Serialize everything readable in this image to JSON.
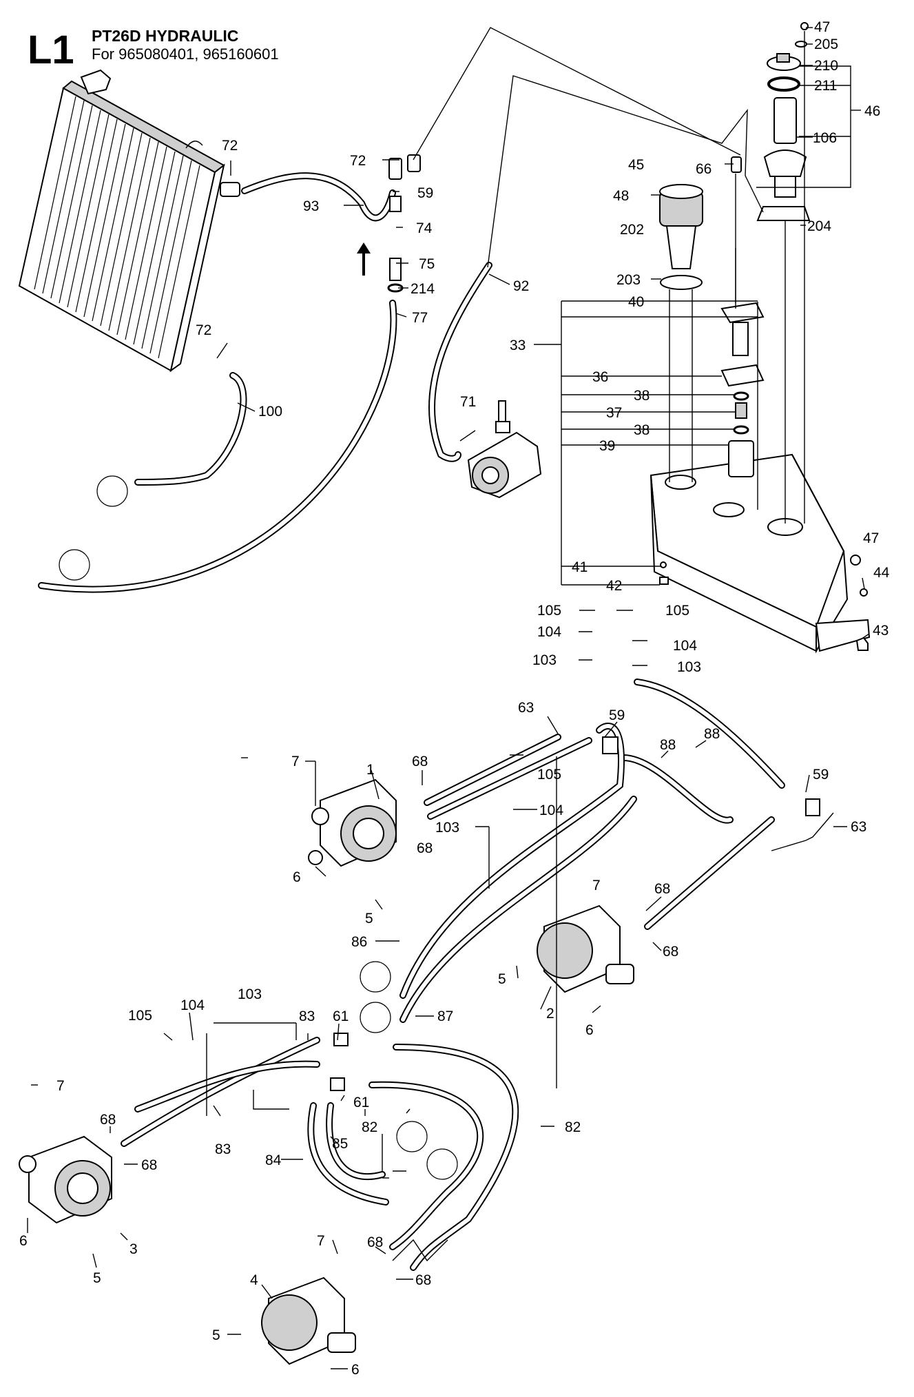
{
  "header": {
    "code": "L1",
    "title": "PT26D HYDRAULIC",
    "subtitle": "For 965080401, 965160601"
  },
  "callouts": [
    {
      "id": "c-47a",
      "text": "47"
    },
    {
      "id": "c-205",
      "text": "205"
    },
    {
      "id": "c-210",
      "text": "210"
    },
    {
      "id": "c-211",
      "text": "211"
    },
    {
      "id": "c-46",
      "text": "46"
    },
    {
      "id": "c-106",
      "text": "106"
    },
    {
      "id": "c-72a",
      "text": "72"
    },
    {
      "id": "c-72b",
      "text": "72"
    },
    {
      "id": "c-59a",
      "text": "59"
    },
    {
      "id": "c-93",
      "text": "93"
    },
    {
      "id": "c-74",
      "text": "74"
    },
    {
      "id": "c-75",
      "text": "75"
    },
    {
      "id": "c-214",
      "text": "214"
    },
    {
      "id": "c-77",
      "text": "77"
    },
    {
      "id": "c-92",
      "text": "92"
    },
    {
      "id": "c-45",
      "text": "45"
    },
    {
      "id": "c-66",
      "text": "66"
    },
    {
      "id": "c-48",
      "text": "48"
    },
    {
      "id": "c-202",
      "text": "202"
    },
    {
      "id": "c-204",
      "text": "204"
    },
    {
      "id": "c-203",
      "text": "203"
    },
    {
      "id": "c-40",
      "text": "40"
    },
    {
      "id": "c-33",
      "text": "33"
    },
    {
      "id": "c-36",
      "text": "36"
    },
    {
      "id": "c-38a",
      "text": "38"
    },
    {
      "id": "c-37",
      "text": "37"
    },
    {
      "id": "c-38b",
      "text": "38"
    },
    {
      "id": "c-39",
      "text": "39"
    },
    {
      "id": "c-72c",
      "text": "72"
    },
    {
      "id": "c-100",
      "text": "100"
    },
    {
      "id": "c-71",
      "text": "71"
    },
    {
      "id": "c-47b",
      "text": "47"
    },
    {
      "id": "c-44",
      "text": "44"
    },
    {
      "id": "c-41",
      "text": "41"
    },
    {
      "id": "c-42",
      "text": "42"
    },
    {
      "id": "c-43",
      "text": "43"
    },
    {
      "id": "c-105a",
      "text": "105"
    },
    {
      "id": "c-105b",
      "text": "105"
    },
    {
      "id": "c-104a",
      "text": "104"
    },
    {
      "id": "c-104b",
      "text": "104"
    },
    {
      "id": "c-103a",
      "text": "103"
    },
    {
      "id": "c-103b",
      "text": "103"
    },
    {
      "id": "c-63a",
      "text": "63"
    },
    {
      "id": "c-59b",
      "text": "59"
    },
    {
      "id": "c-88a",
      "text": "88"
    },
    {
      "id": "c-88b",
      "text": "88"
    },
    {
      "id": "c-7a",
      "text": "7"
    },
    {
      "id": "c-1",
      "text": "1"
    },
    {
      "id": "c-68a",
      "text": "68"
    },
    {
      "id": "c-105c",
      "text": "105"
    },
    {
      "id": "c-59c",
      "text": "59"
    },
    {
      "id": "c-104c",
      "text": "104"
    },
    {
      "id": "c-63b",
      "text": "63"
    },
    {
      "id": "c-103c",
      "text": "103"
    },
    {
      "id": "c-68b",
      "text": "68"
    },
    {
      "id": "c-6a",
      "text": "6"
    },
    {
      "id": "c-5a",
      "text": "5"
    },
    {
      "id": "c-7b",
      "text": "7"
    },
    {
      "id": "c-68c",
      "text": "68"
    },
    {
      "id": "c-68d",
      "text": "68"
    },
    {
      "id": "c-86",
      "text": "86"
    },
    {
      "id": "c-5b",
      "text": "5"
    },
    {
      "id": "c-2",
      "text": "2"
    },
    {
      "id": "c-6b",
      "text": "6"
    },
    {
      "id": "c-87",
      "text": "87"
    },
    {
      "id": "c-105d",
      "text": "105"
    },
    {
      "id": "c-104d",
      "text": "104"
    },
    {
      "id": "c-103d",
      "text": "103"
    },
    {
      "id": "c-83a",
      "text": "83"
    },
    {
      "id": "c-61a",
      "text": "61"
    },
    {
      "id": "c-7c",
      "text": "7"
    },
    {
      "id": "c-61b",
      "text": "61"
    },
    {
      "id": "c-68e",
      "text": "68"
    },
    {
      "id": "c-82a",
      "text": "82"
    },
    {
      "id": "c-82b",
      "text": "82"
    },
    {
      "id": "c-83b",
      "text": "83"
    },
    {
      "id": "c-85",
      "text": "85"
    },
    {
      "id": "c-84",
      "text": "84"
    },
    {
      "id": "c-68f",
      "text": "68"
    },
    {
      "id": "c-6c",
      "text": "6"
    },
    {
      "id": "c-3",
      "text": "3"
    },
    {
      "id": "c-5c",
      "text": "5"
    },
    {
      "id": "c-7d",
      "text": "7"
    },
    {
      "id": "c-68g",
      "text": "68"
    },
    {
      "id": "c-4",
      "text": "4"
    },
    {
      "id": "c-68h",
      "text": "68"
    },
    {
      "id": "c-5d",
      "text": "5"
    },
    {
      "id": "c-6d",
      "text": "6"
    }
  ]
}
